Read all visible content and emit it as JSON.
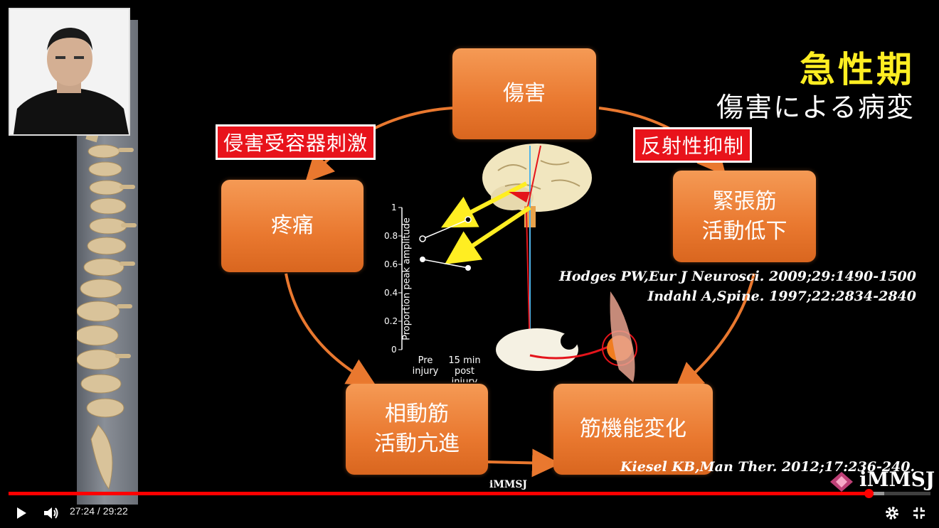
{
  "slide": {
    "title_main": "急性期",
    "title_sub": "傷害による病変",
    "boxes": {
      "injury": "傷害",
      "pain": "疼痛",
      "tension_line1": "緊張筋",
      "tension_line2": "活動低下",
      "phasic_line1": "相動筋",
      "phasic_line2": "活動亢進",
      "muscle_change": "筋機能変化"
    },
    "labels": {
      "nociceptor": "侵害受容器刺激",
      "reflex": "反射性抑制"
    },
    "references": {
      "ref1": "Hodges PW,Eur J Neurosci. 2009;29:1490-1500",
      "ref2": "Indahl A,Spine. 1997;22:2834-2840",
      "ref3": "Kiesel KB,Man Ther. 2012;17:236-240."
    },
    "graph": {
      "ylabel": "Proportion peak amplitude",
      "ticks": [
        "1",
        "0.8",
        "0.6",
        "0.4",
        "0.2",
        "0"
      ],
      "x_pre": "Pre injury",
      "x_post": "15 min post injury"
    },
    "watermark_small": "iMMSJ",
    "watermark_logo": "iMMSJ"
  },
  "player": {
    "time_display": "27:24 / 29:22",
    "progress_fraction": 0.933,
    "buffer_fraction": 0.95
  }
}
